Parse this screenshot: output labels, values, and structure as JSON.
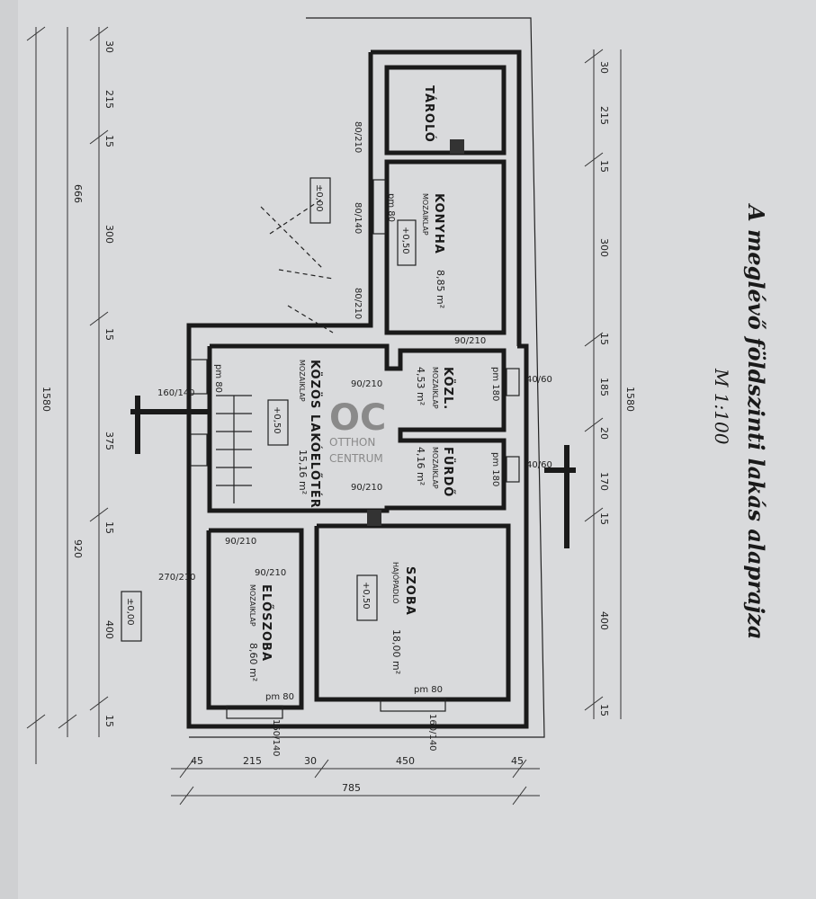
{
  "title": "A meglévő földszinti lakás alaprajza",
  "scale": "M 1:100",
  "watermark": {
    "logo": "OC",
    "line1": "OTTHON",
    "line2": "CENTRUM"
  },
  "rooms": {
    "tarolo": {
      "name": "TÁROLÓ"
    },
    "konyha": {
      "name": "KONYHA",
      "material": "MOZAIKLAP",
      "area": "8,85 m²"
    },
    "kozl": {
      "name": "KÖZL.",
      "material": "MOZAIKLAP",
      "area": "4,53 m²"
    },
    "furdo": {
      "name": "FÜRDŐ",
      "material": "MOZAIKLAP",
      "area": "4,16 m²"
    },
    "lakoeloter": {
      "name": "KÖZÖS LAKÓELŐTÉR",
      "material": "MOZAIKLAP",
      "area": "15,16 m²"
    },
    "eloszoba": {
      "name": "ELŐSZOBA",
      "material": "MOZAIKLAP",
      "area": "8,60 m²"
    },
    "szoba": {
      "name": "SZOBA",
      "material": "HAJÓPADLÓ",
      "area": "18,00 m²"
    }
  },
  "levels": {
    "l1": "±0,00",
    "l2": "+0,50",
    "l3": "+0,50",
    "l4": "+0,50",
    "l5": "±0,00"
  },
  "openings": {
    "d1": "80/210",
    "d2": "80/140",
    "d3": "80/210",
    "d4": "pm 80",
    "d5": "90/210",
    "d6": "90/210",
    "d7": "90/210",
    "d8": "90/210",
    "d9": "pm 180",
    "d10": "pm 180",
    "d11": "40/60",
    "d12": "40/60",
    "d13": "160/140",
    "d14": "pm 80",
    "d15": "90/210",
    "d16": "270/210",
    "d17": "pm 80",
    "d18": "pm 80",
    "d19": "160/140",
    "d20": "160/140"
  },
  "dims_left": {
    "a": "30",
    "b": "215",
    "c": "15",
    "d": "300",
    "e": "15",
    "f": "375",
    "g": "15",
    "h": "400",
    "i": "15",
    "total1": "666",
    "total2": "920",
    "total": "1580"
  },
  "dims_right": {
    "a": "30",
    "b": "215",
    "c": "15",
    "d": "300",
    "e": "15",
    "f": "185",
    "g": "20",
    "h": "170",
    "i": "15",
    "j": "400",
    "k": "15",
    "total": "1580"
  },
  "dims_bottom": {
    "a": "45",
    "b": "215",
    "c": "30",
    "d": "450",
    "e": "45",
    "total": "785"
  }
}
